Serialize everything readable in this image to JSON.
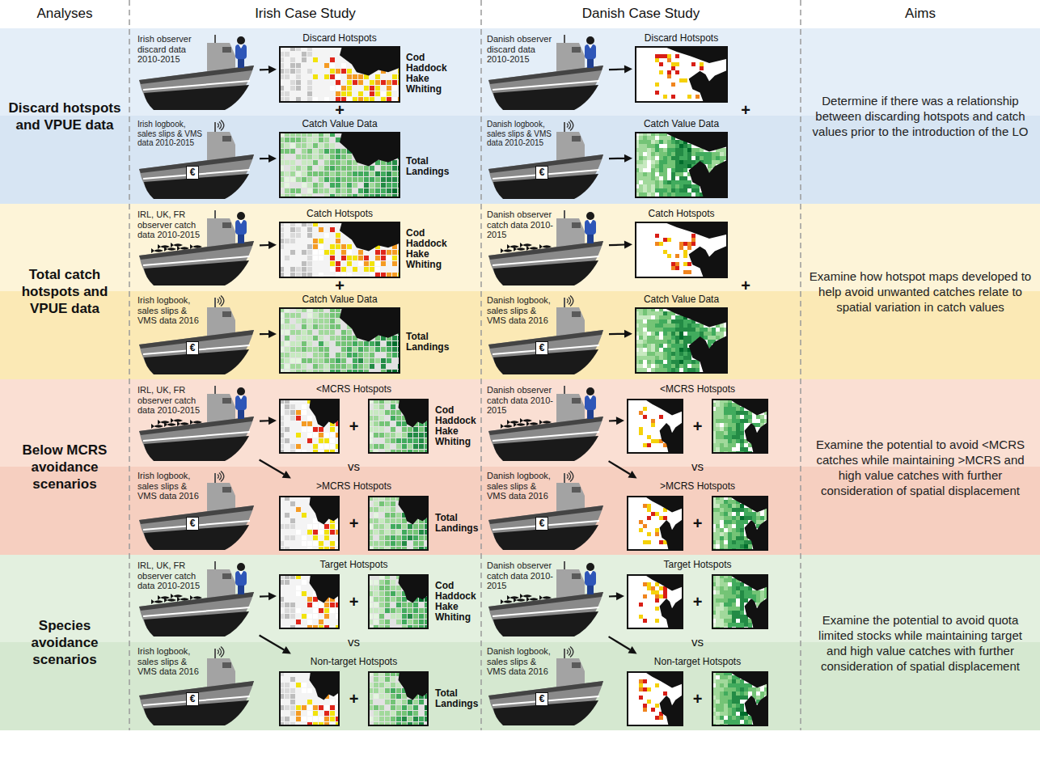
{
  "diagram": {
    "nodes": [
      {
        "text": [
          "Discard hotspots and VPUE data",
          "Determine if there was a relationship between discarding hotspots and catch values prior to the introduction of the LO"
        ]
      },
      {
        "text": [
          "Irish observer discard data 2010-2015"
        ],
        "in": 0
      },
      {
        "text": [
          "Discard Hotspots"
        ],
        "in": 0
      },
      {
        "text": [
          "Irish logbook, sales slips & VMS data 2010-2015"
        ],
        "in": 0
      },
      {
        "text": [
          "Catch Value Data"
        ],
        "in": 0
      },
      {
        "text": [
          "Danish observer discard data 2010-2015"
        ],
        "in": 0
      },
      {
        "text": [
          "Discard Hotspots"
        ],
        "in": 0
      },
      {
        "text": [
          "Danish logbook, sales slips & VMS data 2010-2015"
        ],
        "in": 0
      },
      {
        "text": [
          "Catch Value Data"
        ],
        "in": 0
      },
      {
        "text": [
          "Total catch hotspots and VPUE data",
          "Examine how hotspot maps developed to help avoid unwanted catches relate to spatial variation in catch values"
        ]
      },
      {
        "text": [
          "IRL, UK, FR observer catch data 2010-2015"
        ],
        "in": 9
      },
      {
        "text": [
          "Catch Hotspots"
        ],
        "in": 9
      },
      {
        "text": [
          "Irish logbook, sales slips & VMS data 2016"
        ],
        "in": 9
      },
      {
        "text": [
          "Catch Value Data"
        ],
        "in": 9
      },
      {
        "text": [
          "Danish observer catch data 2010-2015"
        ],
        "in": 9
      },
      {
        "text": [
          "Catch Hotspots"
        ],
        "in": 9
      },
      {
        "text": [
          "Danish logbook, sales slips & VMS data 2016"
        ],
        "in": 9
      },
      {
        "text": [
          "Catch Value Data"
        ],
        "in": 9
      },
      {
        "text": [
          "Below MCRS avoidance scenarios",
          "Examine the potential to avoid <MCRS catches while maintaining >MCRS and high value catches with further consideration of spatial displacement"
        ]
      },
      {
        "text": [
          "IRL, UK, FR observer catch data 2010-2015"
        ],
        "in": 18
      },
      {
        "text": [
          "Irish logbook, sales slips & VMS data 2016"
        ],
        "in": 18
      },
      {
        "text": [
          "<MCRS Hotspots"
        ],
        "in": 18
      },
      {
        "text": [
          ">MCRS Hotspots"
        ],
        "in": 18
      },
      {
        "text": [
          "Danish observer catch data 2010-2015"
        ],
        "in": 18
      },
      {
        "text": [
          "Danish logbook, sales slips & VMS data 2016"
        ],
        "in": 18
      },
      {
        "text": [
          "<MCRS Hotspots"
        ],
        "in": 18
      },
      {
        "text": [
          ">MCRS Hotspots"
        ],
        "in": 18
      },
      {
        "text": [
          "Species avoidance scenarios",
          "Examine the potential to avoid quota limited stocks while maintaining target and high value catches with further consideration of spatial displacement"
        ]
      },
      {
        "text": [
          "IRL, UK, FR observer catch data 2010-2015"
        ],
        "in": 27
      },
      {
        "text": [
          "Irish logbook, sales slips & VMS data 2016"
        ],
        "in": 27
      },
      {
        "text": [
          "Target Hotspots"
        ],
        "in": 27
      },
      {
        "text": [
          "Non-target Hotspots"
        ],
        "in": 27
      },
      {
        "text": [
          "Danish observer catch data 2010-2015"
        ],
        "in": 27
      },
      {
        "text": [
          "Danish logbook, sales slips & VMS data 2016"
        ],
        "in": 27
      },
      {
        "text": [
          "Target Hotspots"
        ],
        "in": 27
      },
      {
        "text": [
          "Non-target Hotspots"
        ],
        "in": 27
      }
    ],
    "edges": [
      {
        "from": 1,
        "to": 2,
        "arrow": "to"
      },
      {
        "from": 3,
        "to": 4,
        "arrow": "to"
      },
      {
        "from": 5,
        "to": 6,
        "arrow": "to"
      },
      {
        "from": 7,
        "to": 8,
        "arrow": "to"
      },
      {
        "from": 10,
        "to": 11,
        "arrow": "to"
      },
      {
        "from": 12,
        "to": 13,
        "arrow": "to"
      },
      {
        "from": 14,
        "to": 15,
        "arrow": "to"
      },
      {
        "from": 16,
        "to": 17,
        "arrow": "to"
      },
      {
        "from": 19,
        "to": 21,
        "arrow": "to"
      },
      {
        "from": 19,
        "to": 22,
        "arrow": "to"
      },
      {
        "from": 23,
        "to": 25,
        "arrow": "to"
      },
      {
        "from": 23,
        "to": 26,
        "arrow": "to"
      },
      {
        "from": 28,
        "to": 30,
        "arrow": "to"
      },
      {
        "from": 28,
        "to": 31,
        "arrow": "to"
      },
      {
        "from": 32,
        "to": 34,
        "arrow": "to"
      },
      {
        "from": 32,
        "to": 35,
        "arrow": "to"
      }
    ],
    "labels": [
      "Analyses",
      "Irish Case Study",
      "Danish Case Study",
      "Aims",
      "Cod Haddock Hake Whiting",
      "Total Landings",
      "€",
      "+",
      "€",
      "+",
      "Cod Haddock Hake Whiting",
      "Total Landings",
      "€",
      "+",
      "€",
      "+",
      "Cod Haddock Hake Whiting",
      "Total Landings",
      "€",
      "+",
      "vs",
      "+",
      "€",
      "+",
      "vs",
      "+",
      "Cod Haddock Hake Whiting",
      "Total Landings",
      "€",
      "+",
      "vs",
      "+",
      "€",
      "+",
      "vs",
      "+"
    ]
  }
}
